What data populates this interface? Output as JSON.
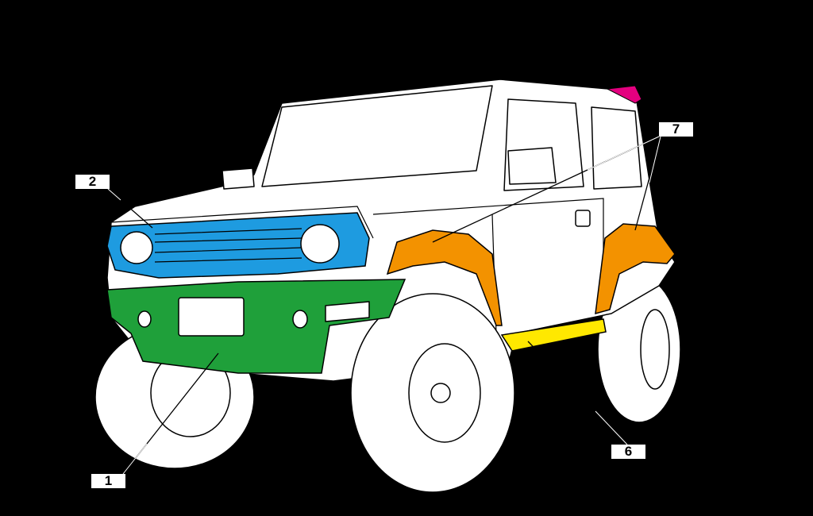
{
  "diagram": {
    "subject": "vehicle",
    "labels": [
      {
        "id": "1",
        "text": "1",
        "color": "#1fa03a"
      },
      {
        "id": "2",
        "text": "2",
        "color": "#1e9be0"
      },
      {
        "id": "6",
        "text": "6",
        "color": "#ffe800"
      },
      {
        "id": "7",
        "text": "7",
        "color": "#f39200"
      }
    ],
    "extra_part_color": "#e4007f",
    "background": "#000000"
  }
}
